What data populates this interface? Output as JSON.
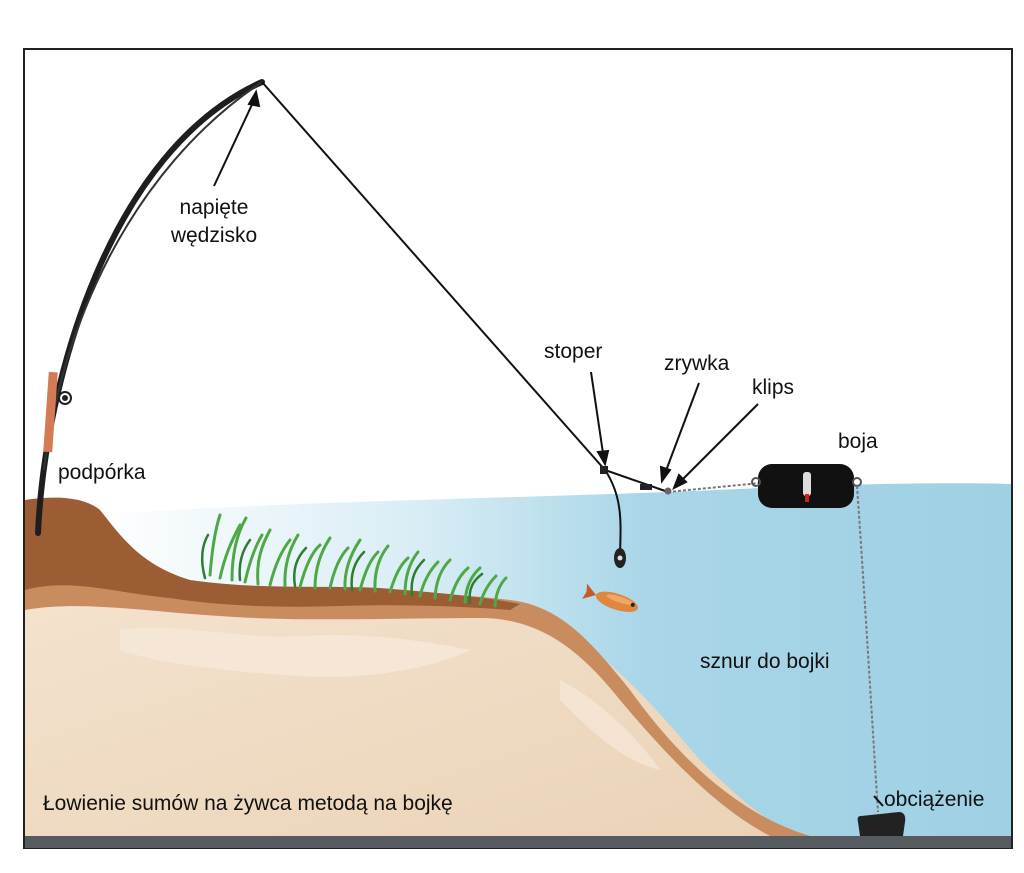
{
  "diagram": {
    "caption": "Łowienie sumów na żywca metodą na bojkę",
    "labels": {
      "rod_line1": "napięte",
      "rod_line2": "wędzisko",
      "rest": "podpórka",
      "stopper": "stoper",
      "breakaway": "zrywka",
      "clip": "klips",
      "buoy": "boja",
      "buoy_rope": "sznur do bojki",
      "weight": "obciążenie"
    }
  },
  "colors": {
    "water": "#a9d6e8",
    "water_light": "#e6f3f8",
    "sand": "#ecd6bd",
    "sand_light": "#f4e7d7",
    "soil_dark": "#9c5c34",
    "soil_mid": "#c98c5f",
    "grass": "#4ea845",
    "line": "#111111",
    "frame": "#222222",
    "ground_bar": "#555b5e"
  }
}
